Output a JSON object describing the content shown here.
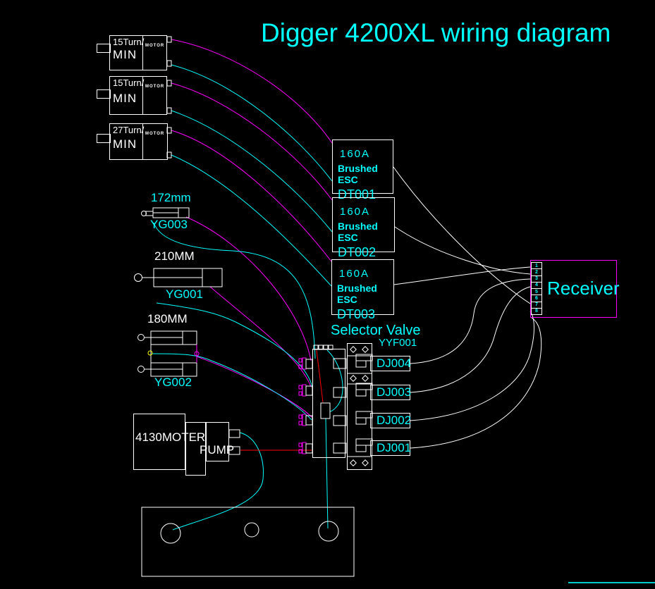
{
  "title": "Digger 4200XL wiring diagram",
  "motors": [
    {
      "speed": "15Turn/",
      "unit": "MIN",
      "type_label": "MOTOR"
    },
    {
      "speed": "15Turn/",
      "unit": "MIN",
      "type_label": "MOTOR"
    },
    {
      "speed": "27Turn/",
      "unit": "MIN",
      "type_label": "MOTOR"
    }
  ],
  "escs": [
    {
      "rating": "160A",
      "type": "Brushed ESC",
      "id": "DT001"
    },
    {
      "rating": "160A",
      "type": "Brushed ESC",
      "id": "DT002"
    },
    {
      "rating": "160A",
      "type": "Brushed ESC",
      "id": "DT003"
    }
  ],
  "receiver": {
    "label": "Receiver",
    "pins": [
      "1",
      "2",
      "3",
      "4",
      "5",
      "6",
      "7",
      "8"
    ]
  },
  "cylinders": [
    {
      "size": "172mm",
      "id": "YG003"
    },
    {
      "size": "210MM",
      "id": "YG001"
    },
    {
      "size": "180MM",
      "id": "YG002"
    }
  ],
  "selector_valve": {
    "title": "Selector Valve",
    "id": "YYF001",
    "channels": [
      "DJ004",
      "DJ003",
      "DJ002",
      "DJ001"
    ]
  },
  "pump": {
    "motor_label": "4130MOTER",
    "pump_label": "PUMP"
  },
  "colors": {
    "background": "#000000",
    "wire_magenta": "#ff00ff",
    "wire_cyan": "#00ffff",
    "wire_white": "#ffffff",
    "wire_red": "#ff0000",
    "marker_yellow": "#ffff00",
    "text_cyan": "#00ffff",
    "outline_white": "#ffffff",
    "receiver_outline": "#ff00ff"
  }
}
